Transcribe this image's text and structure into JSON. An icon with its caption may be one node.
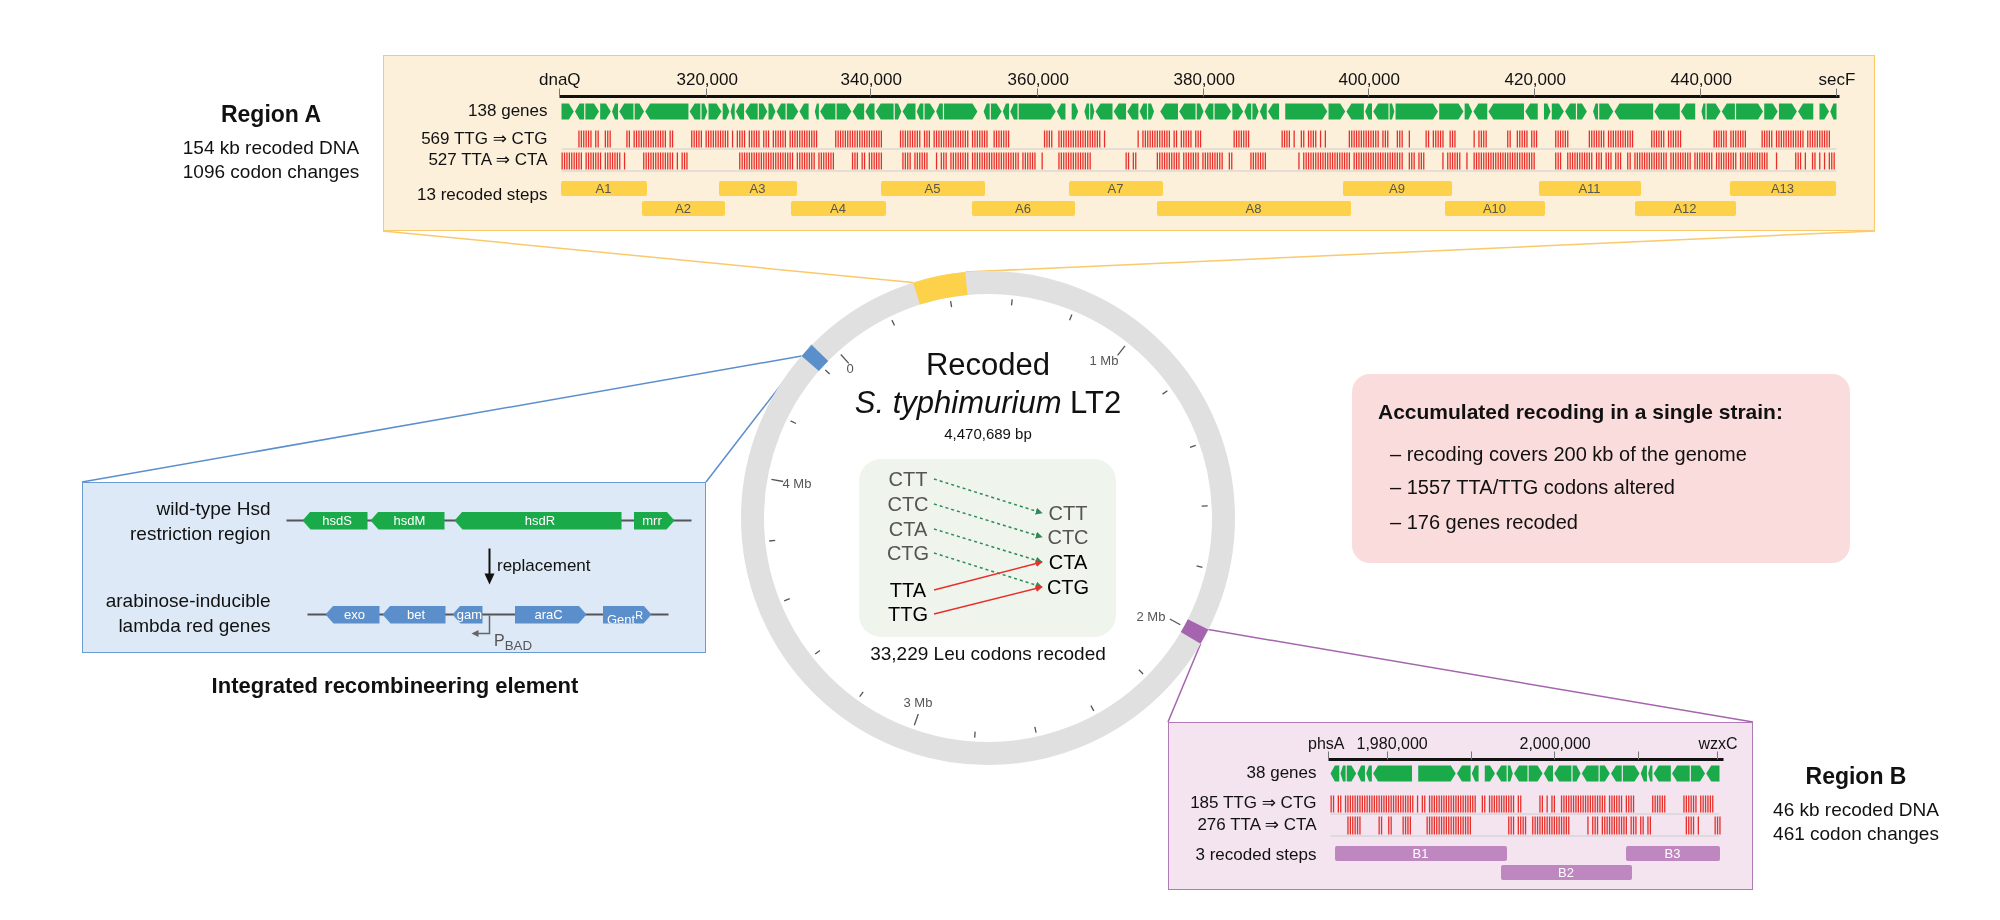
{
  "diagram": {
    "nodes": [
      {
        "text": [
          "138 genes",
          "569 TTG ⇒ CTG",
          "527 TTA ⇒ CTA",
          "13 recoded steps"
        ],
        "beside": [
          "Region A",
          "154 kb recoded DNA",
          "1096 codon changes"
        ]
      },
      {
        "text": [
          "A1"
        ],
        "in": 0
      },
      {
        "text": [
          "A2"
        ],
        "in": 0
      },
      {
        "text": [
          "A3"
        ],
        "in": 0
      },
      {
        "text": [
          "A4"
        ],
        "in": 0
      },
      {
        "text": [
          "A5"
        ],
        "in": 0
      },
      {
        "text": [
          "A6"
        ],
        "in": 0
      },
      {
        "text": [
          "A7"
        ],
        "in": 0
      },
      {
        "text": [
          "A8"
        ],
        "in": 0
      },
      {
        "text": [
          "A9"
        ],
        "in": 0
      },
      {
        "text": [
          "A10"
        ],
        "in": 0
      },
      {
        "text": [
          "A11"
        ],
        "in": 0
      },
      {
        "text": [
          "A12"
        ],
        "in": 0
      },
      {
        "text": [
          "A13"
        ],
        "in": 0
      },
      {
        "text": [
          "Recoded *S. typhimurium* LT2",
          "4,470,689 bp",
          "33,229 Leu codons recoded"
        ]
      },
      {
        "text": [],
        "shape": "arc",
        "in": 14
      },
      {
        "text": [],
        "shape": "arc",
        "in": 14
      },
      {
        "text": [],
        "shape": "arc",
        "in": 14
      },
      {
        "text": [],
        "shape": "box",
        "in": 14
      },
      {
        "text": [
          "CTT"
        ],
        "in": 18
      },
      {
        "text": [
          "CTC"
        ],
        "in": 18
      },
      {
        "text": [
          "CTA"
        ],
        "in": 18
      },
      {
        "text": [
          "CTG"
        ],
        "in": 18
      },
      {
        "text": [
          "TTA"
        ],
        "in": 18
      },
      {
        "text": [
          "TTG"
        ],
        "in": 18
      },
      {
        "text": [
          "CTT"
        ],
        "in": 18
      },
      {
        "text": [
          "CTC"
        ],
        "in": 18
      },
      {
        "text": [
          "CTA"
        ],
        "in": 18
      },
      {
        "text": [
          "CTG"
        ],
        "in": 18
      },
      {
        "text": [
          "Accumulated recoding in a single strain:",
          "– recoding covers 200 kb of the genome",
          "– 1557 TTA/TTG codons altered",
          "– 176 genes recoded"
        ]
      },
      {
        "text": [
          "wild-type Hsd restriction region",
          "arabinose-inducible lambda red genes"
        ],
        "beside": [
          "Integrated recombineering element"
        ]
      },
      {
        "text": [
          "hsdS"
        ],
        "in": 30
      },
      {
        "text": [
          "hsdM"
        ],
        "in": 30
      },
      {
        "text": [
          "hsdR"
        ],
        "in": 30
      },
      {
        "text": [
          "mrr"
        ],
        "in": 30
      },
      {
        "text": [
          "exo"
        ],
        "in": 30
      },
      {
        "text": [
          "bet"
        ],
        "in": 30
      },
      {
        "text": [
          "gam"
        ],
        "in": 30
      },
      {
        "text": [
          "araC"
        ],
        "in": 30
      },
      {
        "text": [
          "Gent$^{R}$"
        ],
        "in": 30
      },
      {
        "text": [
          "38 genes",
          "185 TTG ⇒ CTG",
          "276 TTA ⇒ CTA",
          "3 recoded steps"
        ],
        "beside": [
          "Region B",
          "46 kb recoded DNA",
          "461 codon changes"
        ]
      },
      {
        "text": [
          "B1"
        ],
        "in": 40
      },
      {
        "text": [
          "B2"
        ],
        "in": 40
      },
      {
        "text": [
          "B3"
        ],
        "in": 40
      }
    ],
    "edges": [
      {
        "from": 15,
        "to": 0,
        "arrow": "none",
        "color": "#f9c96b"
      },
      {
        "from": 15,
        "to": 0,
        "arrow": "none",
        "color": "#f9c96b"
      },
      {
        "from": 16,
        "to": 30,
        "arrow": "none",
        "color": "#5b8fcc"
      },
      {
        "from": 16,
        "to": 30,
        "arrow": "none",
        "color": "#5b8fcc"
      },
      {
        "from": 17,
        "to": 40,
        "arrow": "none",
        "color": "#a565ae"
      },
      {
        "from": 17,
        "to": 40,
        "arrow": "none",
        "color": "#a565ae"
      },
      {
        "from": 19,
        "to": 25,
        "arrow": "to",
        "style": "dashed"
      },
      {
        "from": 20,
        "to": 26,
        "arrow": "to",
        "style": "dashed"
      },
      {
        "from": 21,
        "to": 27,
        "arrow": "to",
        "style": "dashed"
      },
      {
        "from": 22,
        "to": 28,
        "arrow": "to",
        "style": "dashed"
      },
      {
        "from": 23,
        "to": 27,
        "arrow": "to",
        "color": "#e8302a"
      },
      {
        "from": 24,
        "to": 28,
        "arrow": "to",
        "color": "#e8302a"
      }
    ],
    "labels": [
      "dnaQ",
      "320,000",
      "340,000",
      "360,000",
      "380,000",
      "400,000",
      "420,000",
      "440,000",
      "secF",
      "0",
      "1 Mb",
      "4 Mb",
      "replacement",
      "2 Mb",
      "P$_{BAD}$",
      "3 Mb",
      "phsA",
      "1,980,000",
      "2,000,000",
      "wzxC"
    ]
  }
}
